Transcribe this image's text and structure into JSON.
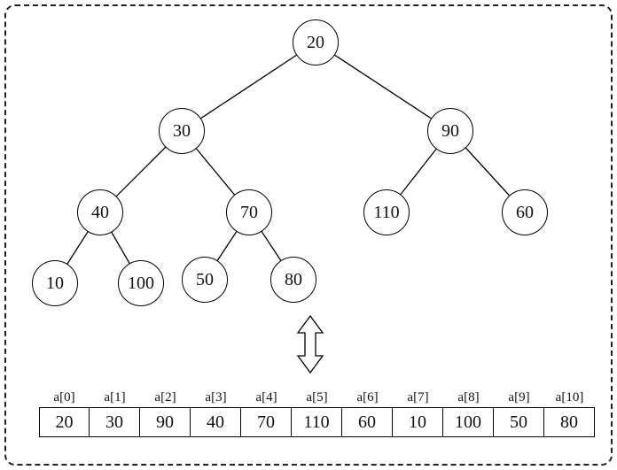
{
  "tree": {
    "nodes": [
      {
        "value": "20"
      },
      {
        "value": "30"
      },
      {
        "value": "90"
      },
      {
        "value": "40"
      },
      {
        "value": "70"
      },
      {
        "value": "110"
      },
      {
        "value": "60"
      },
      {
        "value": "10"
      },
      {
        "value": "100"
      },
      {
        "value": "50"
      },
      {
        "value": "80"
      }
    ],
    "edges": [
      [
        0,
        1
      ],
      [
        0,
        2
      ],
      [
        1,
        3
      ],
      [
        1,
        4
      ],
      [
        2,
        5
      ],
      [
        2,
        6
      ],
      [
        3,
        7
      ],
      [
        3,
        8
      ],
      [
        4,
        9
      ],
      [
        4,
        10
      ]
    ]
  },
  "array": {
    "labels": [
      "a[0]",
      "a[1]",
      "a[2]",
      "a[3]",
      "a[4]",
      "a[5]",
      "a[6]",
      "a[7]",
      "a[8]",
      "a[9]",
      "a[10]"
    ],
    "values": [
      "20",
      "30",
      "90",
      "40",
      "70",
      "110",
      "60",
      "10",
      "100",
      "50",
      "80"
    ]
  },
  "icons": {
    "tree_array_link": "double-vertical-arrow"
  },
  "colors": {
    "line": "#000000",
    "border_dashed": "#222222",
    "background": "#ffffff"
  }
}
